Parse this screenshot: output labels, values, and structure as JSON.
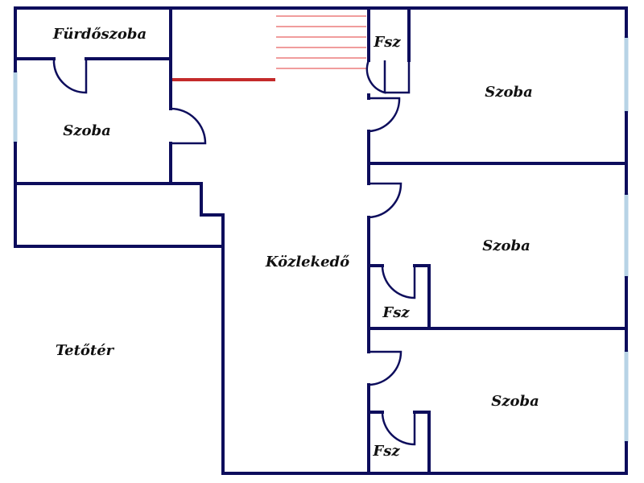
{
  "plan": {
    "colors": {
      "wall": "#0d0d5c",
      "window": "#b7d3e6",
      "stair": "#e23b3b",
      "rail": "#c42a2a",
      "background": "#ffffff"
    },
    "rooms": [
      {
        "key": "bath",
        "label": "Fürdőszoba"
      },
      {
        "key": "room_left",
        "label": "Szoba"
      },
      {
        "key": "wc_top",
        "label": "Fsz"
      },
      {
        "key": "room_top_right",
        "label": "Szoba"
      },
      {
        "key": "hall",
        "label": "Közlekedő"
      },
      {
        "key": "room_mid_right",
        "label": "Szoba"
      },
      {
        "key": "wc_mid",
        "label": "Fsz"
      },
      {
        "key": "attic",
        "label": "Tetőtér"
      },
      {
        "key": "room_bottom_right",
        "label": "Szoba"
      },
      {
        "key": "wc_bottom",
        "label": "Fsz"
      }
    ]
  }
}
